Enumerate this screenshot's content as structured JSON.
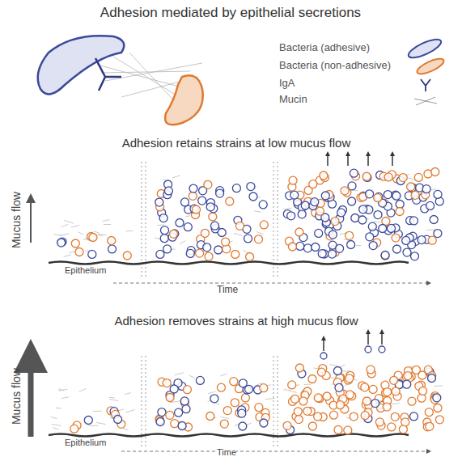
{
  "diagram": {
    "title": "Adhesion mediated by epithelial secretions",
    "labels": [
      "Adhesion retains strains at low mucus flow",
      "Mucus flow",
      "Epithelium",
      "Time",
      "Adhesion removes strains at high mucus flow",
      "Mucus flow",
      "Epithelium",
      "Time"
    ],
    "legend": [
      {
        "text": "Bacteria (adhesive)"
      },
      {
        "text": "Bacteria (non-adhesive)"
      },
      {
        "text": "IgA"
      },
      {
        "text": "Mucin"
      }
    ]
  }
}
